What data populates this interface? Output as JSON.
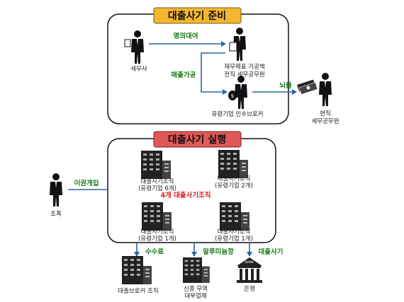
{
  "prep": {
    "title": "대출사기 준비",
    "title_color": "#f2b630",
    "tax_agent": "세무사",
    "fake_docs_line1": "재무제표 가공책",
    "fake_docs_line2": "전직 세무공무원",
    "broker": "유령기업 인수브로커",
    "official_line1": "현직",
    "official_line2": "세무공무원",
    "lend_name": "명의대여",
    "fake_sales": "매출가공",
    "bribe": "뇌물"
  },
  "exec": {
    "title": "대출사기 실행",
    "title_color": "#e05858",
    "org_label": "대출사기조직",
    "org1_sub": "(유령기업 6개)",
    "org2_sub": "(유령기업 2개)",
    "org3_sub": "(유령기업 1개)",
    "org4_sub": "(유령기업 1개)",
    "org_count": "4개 대출사기조직",
    "gang": "조폭",
    "intervene": "이권개입"
  },
  "bottom": {
    "fee": "수수료",
    "mediate": "알루미늄깡",
    "loan_fraud": "대출사기",
    "broker_org": "대출브로커 조직",
    "trade_line1": "신종 무역",
    "trade_line2": "대부업체",
    "bank": "은행",
    "bank_sign": "BANK"
  },
  "colors": {
    "arrow": "#2e63a8",
    "green_text": "#1a7a1a",
    "red_text": "#d62020"
  }
}
